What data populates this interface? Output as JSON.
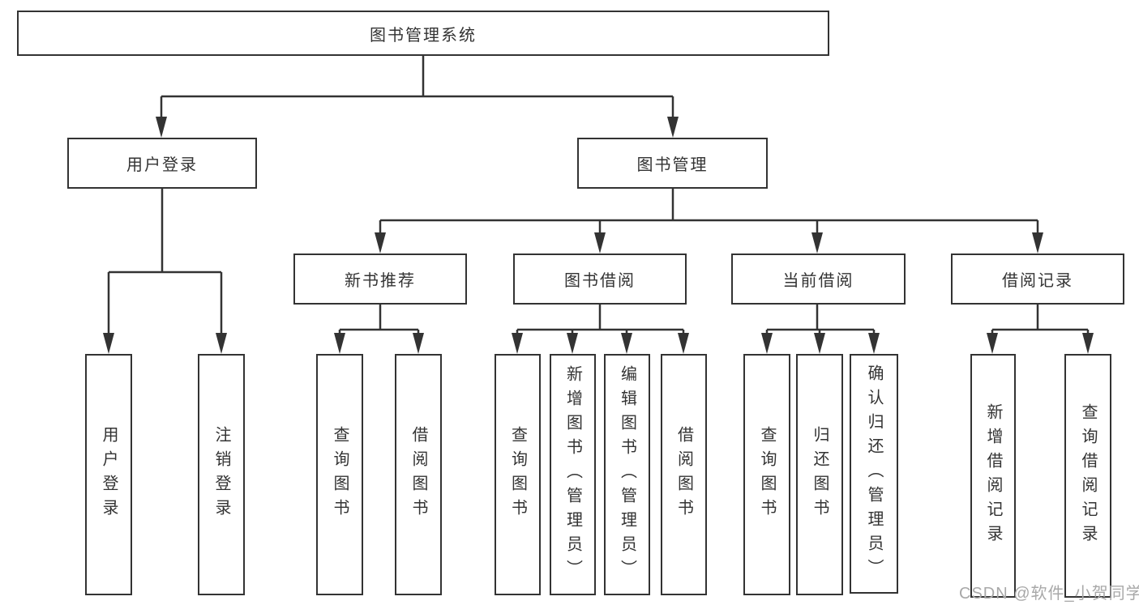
{
  "title": "图书管理系统",
  "tree": {
    "root": {
      "label": "图书管理系统"
    },
    "level2": [
      {
        "label": "用户登录",
        "children": [
          {
            "label": "用户登录"
          },
          {
            "label": "注销登录"
          }
        ]
      },
      {
        "label": "图书管理",
        "children": [
          {
            "label": "新书推荐",
            "children": [
              {
                "label": "查询图书"
              },
              {
                "label": "借阅图书"
              }
            ]
          },
          {
            "label": "图书借阅",
            "children": [
              {
                "label": "查询图书"
              },
              {
                "label": "新增图书（管理员）"
              },
              {
                "label": "编辑图书（管理员）"
              },
              {
                "label": "借阅图书"
              }
            ]
          },
          {
            "label": "当前借阅",
            "children": [
              {
                "label": "查询图书"
              },
              {
                "label": "归还图书"
              },
              {
                "label": "确认归还（管理员）"
              }
            ]
          },
          {
            "label": "借阅记录",
            "children": [
              {
                "label": "新增借阅记录"
              },
              {
                "label": "查询借阅记录"
              }
            ]
          }
        ]
      }
    ]
  },
  "watermark": "CSDN @软件_小贺同学",
  "colors": {
    "line": "#333333",
    "box_border": "#333333",
    "text": "#333333",
    "watermark": "#a8a8a8",
    "background": "#ffffff"
  }
}
